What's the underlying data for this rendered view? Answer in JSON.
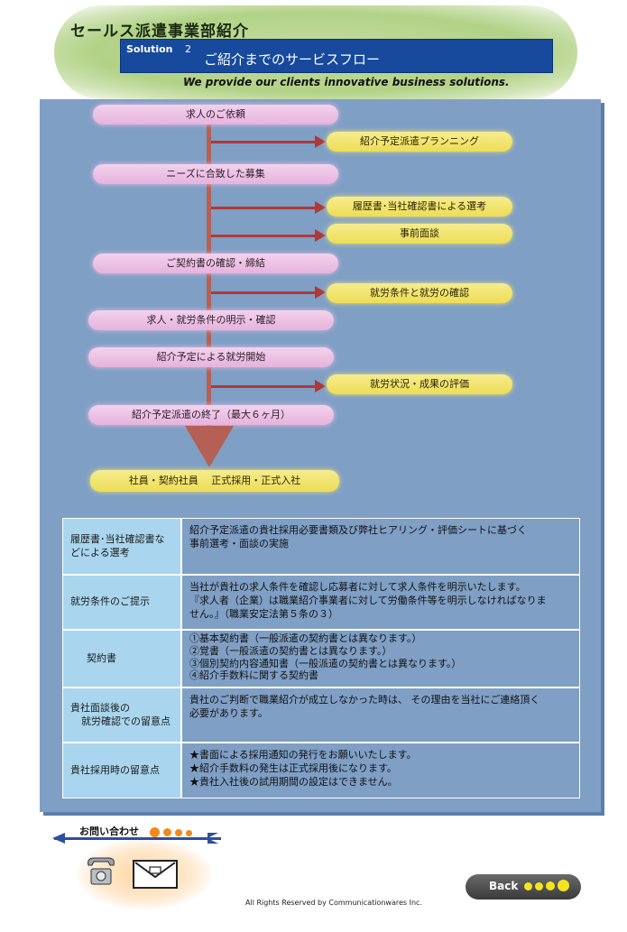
{
  "header": {
    "title": "セールス派遣事業部紹介",
    "solution_label": "Solution",
    "solution_number": "2",
    "subtitle": "ご紹介までのサービスフロー",
    "tagline": "We provide our clients innovative business solutions."
  },
  "flow": {
    "left_steps": [
      "求人のご依頼",
      "ニーズに合致した募集",
      "ご契約書の確認・締結",
      "求人・就労条件の明示・確認",
      "紹介予定による就労開始",
      "紹介予定派遣の終了（最大６ヶ月）"
    ],
    "right_steps": [
      "紹介予定派遣プランニング",
      "履歴書･当社確認書による選考",
      "事前面談",
      "就労条件と就労の確認",
      "就労状況・成果の評価"
    ],
    "final_step": "社員・契約社員　 正式採用・正式入社"
  },
  "table": {
    "rows": [
      {
        "header": "履歴書･当社確認書などによる選考",
        "lines": [
          "紹介予定派遣の貴社採用必要書類及び弊社ヒアリング・評価シートに基づく",
          "事前選考・面談の実施"
        ]
      },
      {
        "header": "就労条件のご提示",
        "lines": [
          "当社が貴社の求人条件を確認し応募者に対して求人条件を明示いたします。",
          "『求人者（企業）は職業紹介事業者に対して労働条件等を明示しなければなりま",
          "せん。』（職業安定法第５条の３）"
        ]
      },
      {
        "header": "契約書",
        "lines": [
          "①基本契約書（一般派遣の契約書とは異なります。）",
          "②覚書（一般派遣の契約書とは異なります。）",
          "③個別契約内容通知書（一般派遣の契約書とは異なります。）",
          "④紹介手数料に関する契約書"
        ]
      },
      {
        "header_lines": [
          "貴社面談後の",
          "就労確認での留意点"
        ],
        "lines": [
          "貴社のご判断で職業紹介が成立しなかった時は、 その理由を当社にご連絡頂く",
          "必要があります。"
        ]
      },
      {
        "header": "貴社採用時の留意点",
        "lines": [
          "★書面による採用通知の発行をお願いいたします。",
          "★紹介手数料の発生は正式採用後になります。",
          "★貴社入社後の試用期間の設定はできません。"
        ]
      }
    ]
  },
  "footer": {
    "contact_label": "お問い合わせ",
    "back_label": "Back",
    "copyright": "All Rights Reserved by Communicationwares Inc."
  },
  "icons": {
    "phone": "phone-icon",
    "mail": "mail-icon"
  },
  "colors": {
    "panel": "#7f9fc5",
    "header_bar": "#17499c",
    "pink_step": "#e6b3dc",
    "yellow_step": "#eedd55",
    "table_header": "#a9d6ee"
  }
}
